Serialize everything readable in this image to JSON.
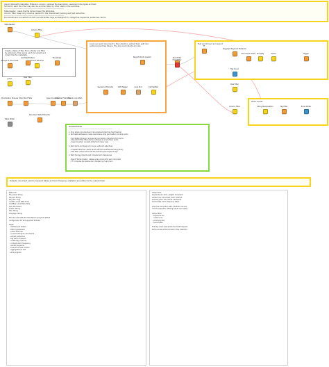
{
  "annotations": {
    "top_banner": "Import data with metadata: Extension column, optional file description, resolved mime types and text\nformat for each file. Files may also be enriched later by other steps in the workflow.\n--------------------------------------------------------------------------------------------\nTable Reader:  reads the file list and basic file attributes\nColumn Filter: keep only columns needed for the downstream parsing and text extraction\n--------------------------------------------------------------------------------------------\nDocuments are converted into text and attributes; tags are assigned for categories, keywords, sentences, terms.",
    "gray_box": "Create a table of files from a folder and filter\nby extension, then parse each document and\ncollect the file metadata.",
    "orange_box": "Loop over each document in the collection, extract text, split into\nsentences and tag tokens. The loop end collects all rows.",
    "right_box": "Text enrichment and export",
    "small_right_box": "Write results",
    "green_box": "PRE-PROCESSING\n--------------------------------------------------------------------------------\n\n1. Drop empty documents and documents shorter than the threshold\n2. Normalize whitespace, lower-case tokens, strip punctuation and stop words\n\n   - Punctuation Erasure: removes all punctuation characters from terms\n   - Stop Word Filter: filters terms contained in a list of stop words\n   - Case Converter: converts all terms to lower case\n\n3. Stem terms and keep only nouns, verbs and adjectives\n\n   - Snowball Stemmer: stems terms with the snowball stemming library\n   - POS Filter: keeps terms with the selected part-of-speech tags\n\n4. Build the bag of words and compute term frequencies\n\n   - Bag Of Words Creator: creates a bag of words for each document\n   - TF: computes the relative term frequency of each term",
    "bottom_banner": "Outputs: document vectors, keyword tables and term frequency statistics are written to the output folder"
  },
  "nodes": [
    {
      "label": "Table Reader",
      "comment": "",
      "color": "orange"
    },
    {
      "label": "Column Filter",
      "comment": "",
      "color": "yellow"
    },
    {
      "label": "Column Rename",
      "comment": "",
      "color": "yellow"
    },
    {
      "label": "Strings To Document",
      "comment": "",
      "color": "orange"
    },
    {
      "label": "List Files/Folders",
      "comment": "",
      "color": "orange"
    },
    {
      "label": "Tika Parser",
      "comment": "",
      "color": "orange"
    },
    {
      "label": "Row Filter",
      "comment": "",
      "color": "yellow"
    },
    {
      "label": "Joiner",
      "comment": "",
      "color": "yellow"
    },
    {
      "label": "Punctuation Erasure",
      "comment": "",
      "color": "orange"
    },
    {
      "label": "Stop Word Filter",
      "comment": "",
      "color": "orange"
    },
    {
      "label": "Case Converter",
      "comment": "",
      "color": "orange"
    },
    {
      "label": "Snowball Stemmer",
      "comment": "",
      "color": "orange"
    },
    {
      "label": "Chunk Loop Start",
      "comment": "",
      "color": "tan"
    },
    {
      "label": "Sentence Extractor",
      "comment": "",
      "color": "orange"
    },
    {
      "label": "POS Tagger",
      "comment": "",
      "color": "orange"
    },
    {
      "label": "Loop End",
      "comment": "",
      "color": "tan"
    },
    {
      "label": "Cell Splitter",
      "comment": "",
      "color": "yellow"
    },
    {
      "label": "Bag Of Words Creator",
      "comment": "",
      "color": "orange"
    },
    {
      "label": "Term Filter",
      "comment": "",
      "color": "orange"
    },
    {
      "label": "TF",
      "comment": "",
      "color": "orange"
    },
    {
      "label": "Keygraph Keyword Extractor",
      "comment": "",
      "color": "orange"
    },
    {
      "label": "Document Vector",
      "comment": "",
      "color": "orange"
    },
    {
      "label": "GroupBy",
      "comment": "",
      "color": "yellow"
    },
    {
      "label": "Sorter",
      "comment": "",
      "color": "yellow"
    },
    {
      "label": "Row Filter",
      "comment": "",
      "color": "yellow"
    },
    {
      "label": "Column Filter",
      "comment": "",
      "color": "yellow"
    },
    {
      "label": "CSV Writer",
      "comment": "",
      "color": "red"
    },
    {
      "label": "String Manipulation",
      "comment": "",
      "color": "yellow"
    },
    {
      "label": "Tag Filter",
      "comment": "",
      "color": "orange"
    },
    {
      "label": "Tagger",
      "comment": "",
      "color": "orange"
    },
    {
      "label": "Excel Writer",
      "comment": "",
      "color": "blue"
    },
    {
      "label": "Table Writer",
      "comment": "",
      "color": "gray"
    },
    {
      "label": "Document Data Extractor",
      "comment": "",
      "color": "orange"
    },
    {
      "label": "Tag Cloud",
      "comment": "",
      "color": "blue"
    }
  ],
  "bottom_left_text": "Meta Info:\nfile_name: String\nfile_ext: String\nfile_size: Long\ncreated: Local Date Time\nmodified: Local Date Time\ntext: Document\nauthor: String\ntitle: String\nlanguage: String\n\nFiles are read with the Tika Parser using the default\nconfiguration for all supported formats.\n\nSteps:\n - list files and folders\n - filter by extension\n - parse with Tika\n - convert strings to documents\n - extract sentences\n - tag parts of speech\n - create bag of words\n - compute term frequency\n - extract keywords\n - build document vectors\n - aggregate and sort\n - write outputs",
  "bottom_right_text": "Output Info:\nkeywords.csv: term, weight, document\nvectors.csv: document, term columns\nsummary.xlsx: file, words, sentences\nterms.table: term frequency table\n\nColumns are written with a header row and\ncomma separator. Missing values are empty.\n\nOutput files:\n - keywords.csv\n - vectors.csv\n - summary.xlsx\n - terms.table\n\nThe tag cloud view shows the most frequent\nterms across all documents in the collection."
}
